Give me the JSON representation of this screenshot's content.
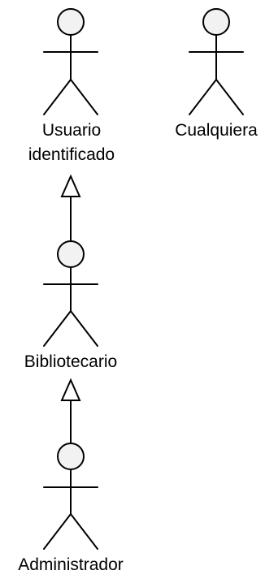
{
  "diagram": {
    "actors": [
      {
        "id": "usuario",
        "label_lines": [
          "Usuario",
          "identificado"
        ]
      },
      {
        "id": "cualquiera",
        "label_lines": [
          "Cualquiera"
        ]
      },
      {
        "id": "bibliotecario",
        "label_lines": [
          "Bibliotecario"
        ]
      },
      {
        "id": "administrador",
        "label_lines": [
          "Administrador"
        ]
      }
    ],
    "generalizations": [
      {
        "from": "bibliotecario",
        "to": "usuario"
      },
      {
        "from": "administrador",
        "to": "bibliotecario"
      }
    ]
  },
  "colors": {
    "stroke": "#000000",
    "head_fill": "#f2f2f2"
  }
}
